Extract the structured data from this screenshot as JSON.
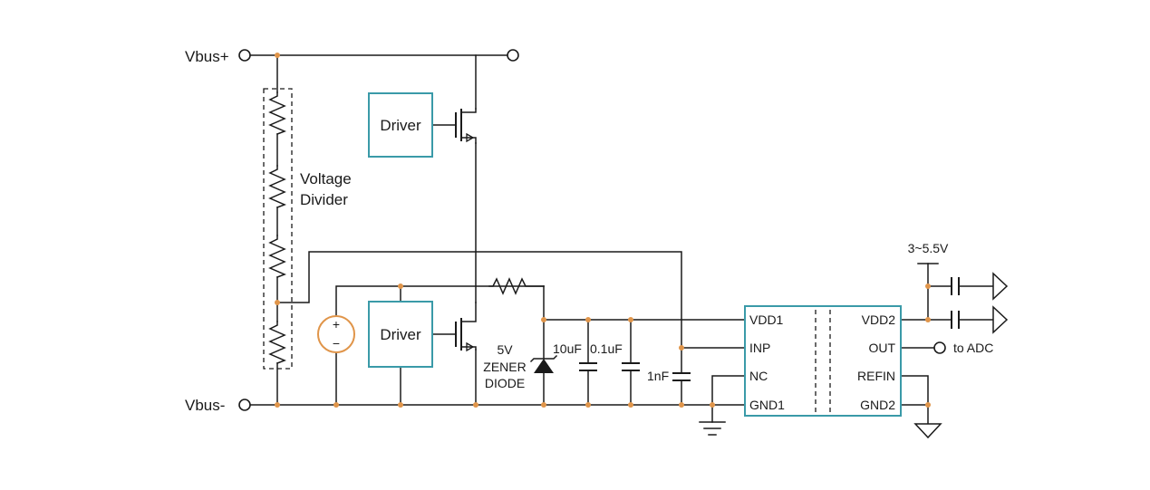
{
  "terminals": {
    "vbus_plus": "Vbus+",
    "vbus_minus": "Vbus-"
  },
  "voltage_divider": {
    "line1": "Voltage",
    "line2": "Divider"
  },
  "drivers": {
    "top": "Driver",
    "bottom": "Driver"
  },
  "components": {
    "zener": {
      "line1": "5V",
      "line2": "ZENER",
      "line3": "DIODE"
    },
    "cap_10uf": "10uF",
    "cap_01uf": "0.1uF",
    "cap_1nf": "1nF",
    "source_plus": "+",
    "source_minus": "−"
  },
  "ic": {
    "left_pins": [
      "VDD1",
      "INP",
      "NC",
      "GND1"
    ],
    "right_pins": [
      "VDD2",
      "OUT",
      "REFIN",
      "GND2"
    ]
  },
  "supply_label": "3~5.5V",
  "output_label": "to ADC",
  "colors": {
    "block_outline": "#3a9aa8",
    "junction": "#e0954a",
    "source_outline": "#e0954a",
    "wire": "#1a1a1a"
  }
}
